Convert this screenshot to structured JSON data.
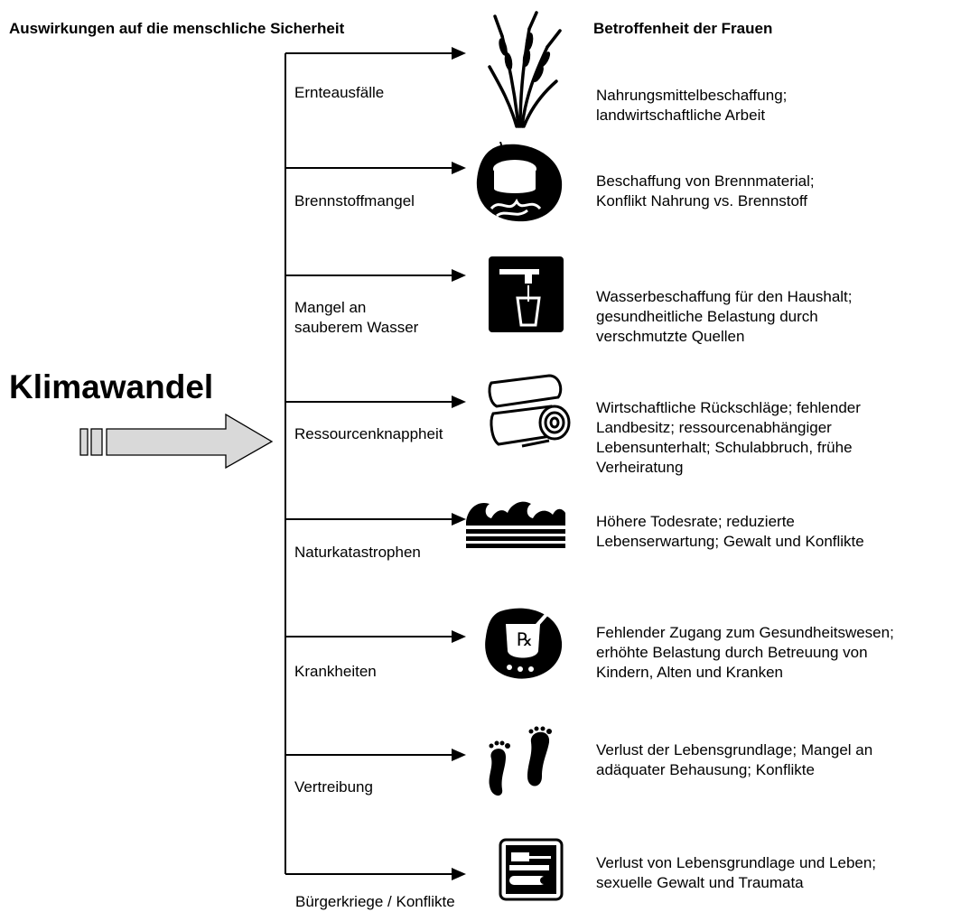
{
  "header": {
    "left": "Auswirkungen auf die menschliche Sicherheit",
    "right": "Betroffenheit der Frauen"
  },
  "main": {
    "title": "Klimawandel"
  },
  "impacts": [
    {
      "label": [
        "Ernteausfälle"
      ],
      "icon": "wheat-icon",
      "desc": [
        "Nahrungsmittelbeschaffung;",
        "landwirtschaftliche Arbeit"
      ]
    },
    {
      "label": [
        "Brennstoffmangel"
      ],
      "icon": "cooking-pot-fire-icon",
      "desc": [
        "Beschaffung von Brennmaterial;",
        "Konflikt Nahrung vs. Brennstoff"
      ]
    },
    {
      "label": [
        "Mangel an",
        "sauberem Wasser"
      ],
      "icon": "water-tap-icon",
      "desc": [
        "Wasserbeschaffung für den Haushalt;",
        "gesundheitliche Belastung durch",
        "verschmutzte Quellen"
      ]
    },
    {
      "label": [
        "Ressourcenknappheit"
      ],
      "icon": "logs-icon",
      "desc": [
        "Wirtschaftliche Rückschläge; fehlender",
        "Landbesitz; ressourcenabhängiger",
        "Lebensunterhalt; Schulabbruch, frühe",
        "Verheiratung"
      ]
    },
    {
      "label": [
        "Naturkatastrophen"
      ],
      "icon": "flood-waves-icon",
      "desc": [
        "Höhere Todesrate; reduzierte",
        "Lebenserwartung; Gewalt und Konflikte"
      ]
    },
    {
      "label": [
        "Krankheiten"
      ],
      "icon": "pharmacy-mortar-icon",
      "desc": [
        "Fehlender Zugang zum Gesundheitswesen;",
        "erhöhte Belastung durch Betreuung von",
        "Kindern, Alten und Kranken"
      ]
    },
    {
      "label": [
        "Vertreibung"
      ],
      "icon": "footprints-icon",
      "desc": [
        "Verlust der Lebensgrundlage; Mangel an",
        "adäquater Behausung; Konflikte"
      ]
    },
    {
      "label": [
        "Bürgerkriege / Konflikte"
      ],
      "icon": "tank-icon",
      "desc": [
        "Verlust von Lebensgrundlage und Leben;",
        "sexuelle Gewalt und Traumata"
      ]
    }
  ]
}
